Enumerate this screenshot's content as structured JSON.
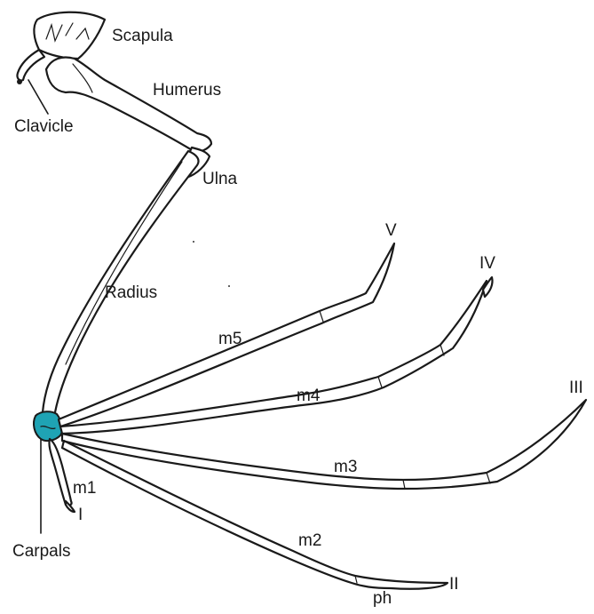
{
  "colors": {
    "carpals_fill": "#1fa3b4",
    "stroke": "#1a1a1a",
    "background": "#ffffff"
  },
  "labels": {
    "scapula": "Scapula",
    "humerus": "Humerus",
    "clavicle": "Clavicle",
    "ulna": "Ulna",
    "radius": "Radius",
    "digit_5": "V",
    "digit_4": "IV",
    "digit_3": "III",
    "digit_2": "II",
    "digit_1": "I",
    "metacarpal_5": "m5",
    "metacarpal_4": "m4",
    "metacarpal_3": "m3",
    "metacarpal_2": "m2",
    "metacarpal_1": "m1",
    "carpals": "Carpals",
    "phalanx": "ph"
  }
}
